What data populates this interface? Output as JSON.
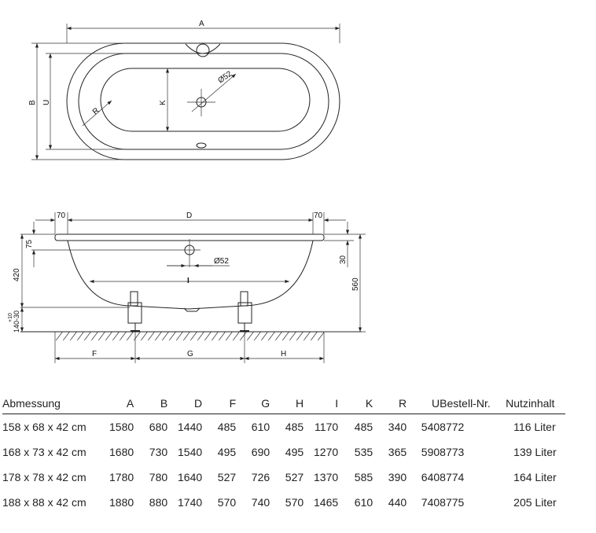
{
  "drawing": {
    "top_view": {
      "A": "A",
      "B": "B",
      "U": "U",
      "K": "K",
      "R": "R",
      "diameter": "Ø52"
    },
    "side_view": {
      "D": "D",
      "left_70": "70",
      "right_70": "70",
      "h75": "75",
      "h420": "420",
      "h140": "140-30",
      "tol": "+10",
      "h30": "30",
      "h560": "560",
      "I": "I",
      "diameter": "Ø52",
      "F": "F",
      "G": "G",
      "H": "H"
    }
  },
  "table": {
    "headers": [
      "Abmessung",
      "A",
      "B",
      "D",
      "F",
      "G",
      "H",
      "I",
      "K",
      "R",
      "U",
      "Bestell-Nr.",
      "Nutzinhalt"
    ],
    "rows": [
      [
        "158 x 68 x 42 cm",
        "1580",
        "680",
        "1440",
        "485",
        "610",
        "485",
        "1170",
        "485",
        "340",
        "540",
        "8772",
        "116 Liter"
      ],
      [
        "168 x 73 x 42 cm",
        "1680",
        "730",
        "1540",
        "495",
        "690",
        "495",
        "1270",
        "535",
        "365",
        "590",
        "8773",
        "139 Liter"
      ],
      [
        "178 x 78 x 42 cm",
        "1780",
        "780",
        "1640",
        "527",
        "726",
        "527",
        "1370",
        "585",
        "390",
        "640",
        "8774",
        "164 Liter"
      ],
      [
        "188 x 88 x 42 cm",
        "1880",
        "880",
        "1740",
        "570",
        "740",
        "570",
        "1465",
        "610",
        "440",
        "740",
        "8775",
        "205 Liter"
      ]
    ]
  }
}
